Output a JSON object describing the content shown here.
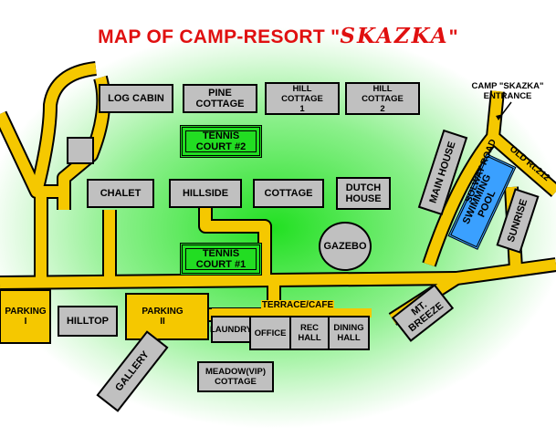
{
  "title_prefix": "MAP OF CAMP-RESORT \"",
  "title_name": "SKAZKA",
  "title_suffix": "\"",
  "colors": {
    "road": "#f5c800",
    "building": "#c0c0c0",
    "court": "#22dd22",
    "pool": "#3aa0ff",
    "title": "#e01010",
    "grass": "#33ee33"
  },
  "buildings": {
    "log_cabin": "LOG CABIN",
    "pine_cottage": "PINE\nCOTTAGE",
    "hill_cottage_1": "HILL\nCOTTAGE\n1",
    "hill_cottage_2": "HILL\nCOTTAGE\n2",
    "tennis_court_2": "TENNIS\nCOURT #2",
    "chalet": "CHALET",
    "hillside": "HILLSIDE",
    "cottage": "COTTAGE",
    "dutch_house": "DUTCH\nHOUSE",
    "tennis_court_1": "TENNIS\nCOURT #1",
    "gazebo": "GAZEBO",
    "parking_1": "PARKING\nI",
    "hilltop": "HILLTOP",
    "parking_2": "PARKING\nII",
    "laundry": "LAUNDRY",
    "office": "OFFICE",
    "rec_hall": "REC\nHALL",
    "dining_hall": "DINING\nHALL",
    "gallery": "GALLERY",
    "meadow_cottage": "MEADOW(VIP)\nCOTTAGE",
    "main_house": "MAIN HOUSE",
    "swimming_pool": "SWIMMING\nPOOL",
    "sunrise": "SUNRISE",
    "mt_breeze": "MT.\nBREEZE"
  },
  "labels": {
    "terrace_cafe": "TERRACE/CAFE",
    "entrance": "CAMP \"SKAZKA\"\nENTRANCE",
    "solway_road": "SOLWAY ROAD",
    "old_rt": "OLD Rt.212"
  }
}
